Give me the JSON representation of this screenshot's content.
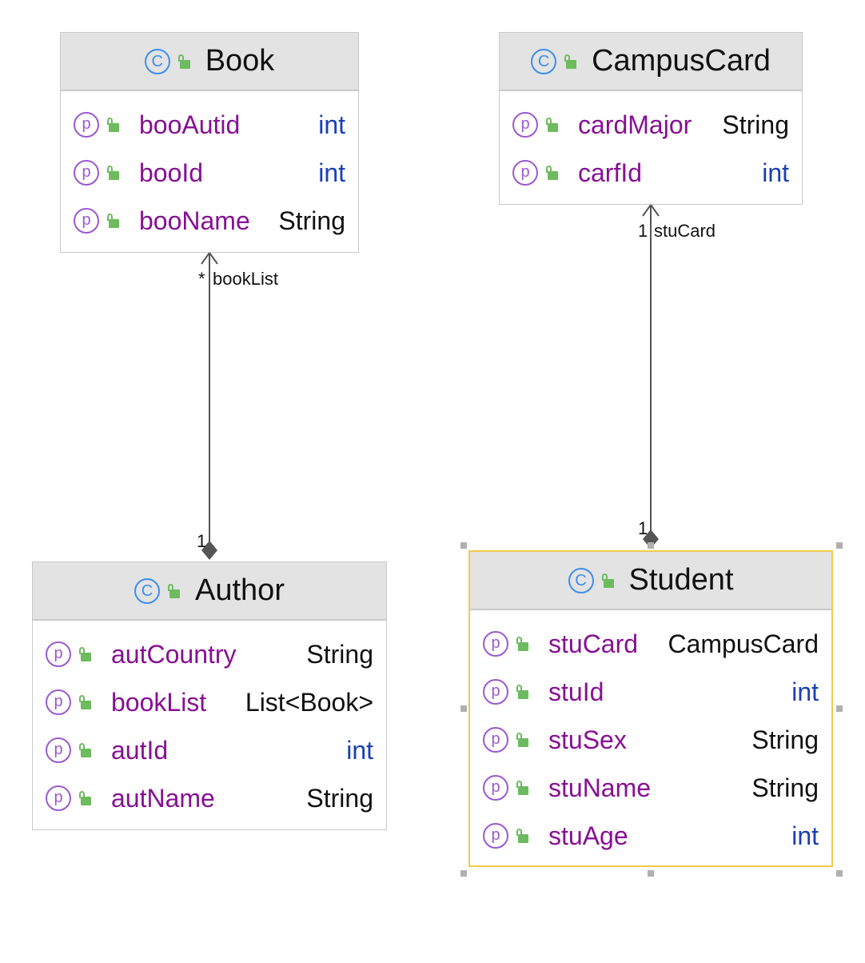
{
  "classes": {
    "book": {
      "name": "Book",
      "fields": [
        {
          "name": "booAutid",
          "type": "int",
          "primitive": true
        },
        {
          "name": "booId",
          "type": "int",
          "primitive": true
        },
        {
          "name": "booName",
          "type": "String",
          "primitive": false
        }
      ]
    },
    "campuscard": {
      "name": "CampusCard",
      "fields": [
        {
          "name": "cardMajor",
          "type": "String",
          "primitive": false
        },
        {
          "name": "carfId",
          "type": "int",
          "primitive": true
        }
      ]
    },
    "author": {
      "name": "Author",
      "fields": [
        {
          "name": "autCountry",
          "type": "String",
          "primitive": false
        },
        {
          "name": "bookList",
          "type": "List<Book>",
          "primitive": false
        },
        {
          "name": "autId",
          "type": "int",
          "primitive": true
        },
        {
          "name": "autName",
          "type": "String",
          "primitive": false
        }
      ]
    },
    "student": {
      "name": "Student",
      "fields": [
        {
          "name": "stuCard",
          "type": "CampusCard",
          "primitive": false
        },
        {
          "name": "stuId",
          "type": "int",
          "primitive": true
        },
        {
          "name": "stuSex",
          "type": "String",
          "primitive": false
        },
        {
          "name": "stuName",
          "type": "String",
          "primitive": false
        },
        {
          "name": "stuAge",
          "type": "int",
          "primitive": true
        }
      ]
    }
  },
  "icons": {
    "class_icon": "C",
    "property_icon": "p",
    "access_icon": "lock-icon"
  },
  "relations": {
    "author_book": {
      "role": "bookList",
      "target_mult": "*",
      "source_mult": "1"
    },
    "student_card": {
      "role": "stuCard",
      "target_mult": "1",
      "source_mult": "1"
    }
  },
  "colors": {
    "field_name": "#871094",
    "primitive_type": "#1a3fb6",
    "class_icon": "#3d8ef0",
    "property_icon": "#9b59d0",
    "lock": "#6dbb5e",
    "selection": "#f2c94c"
  }
}
